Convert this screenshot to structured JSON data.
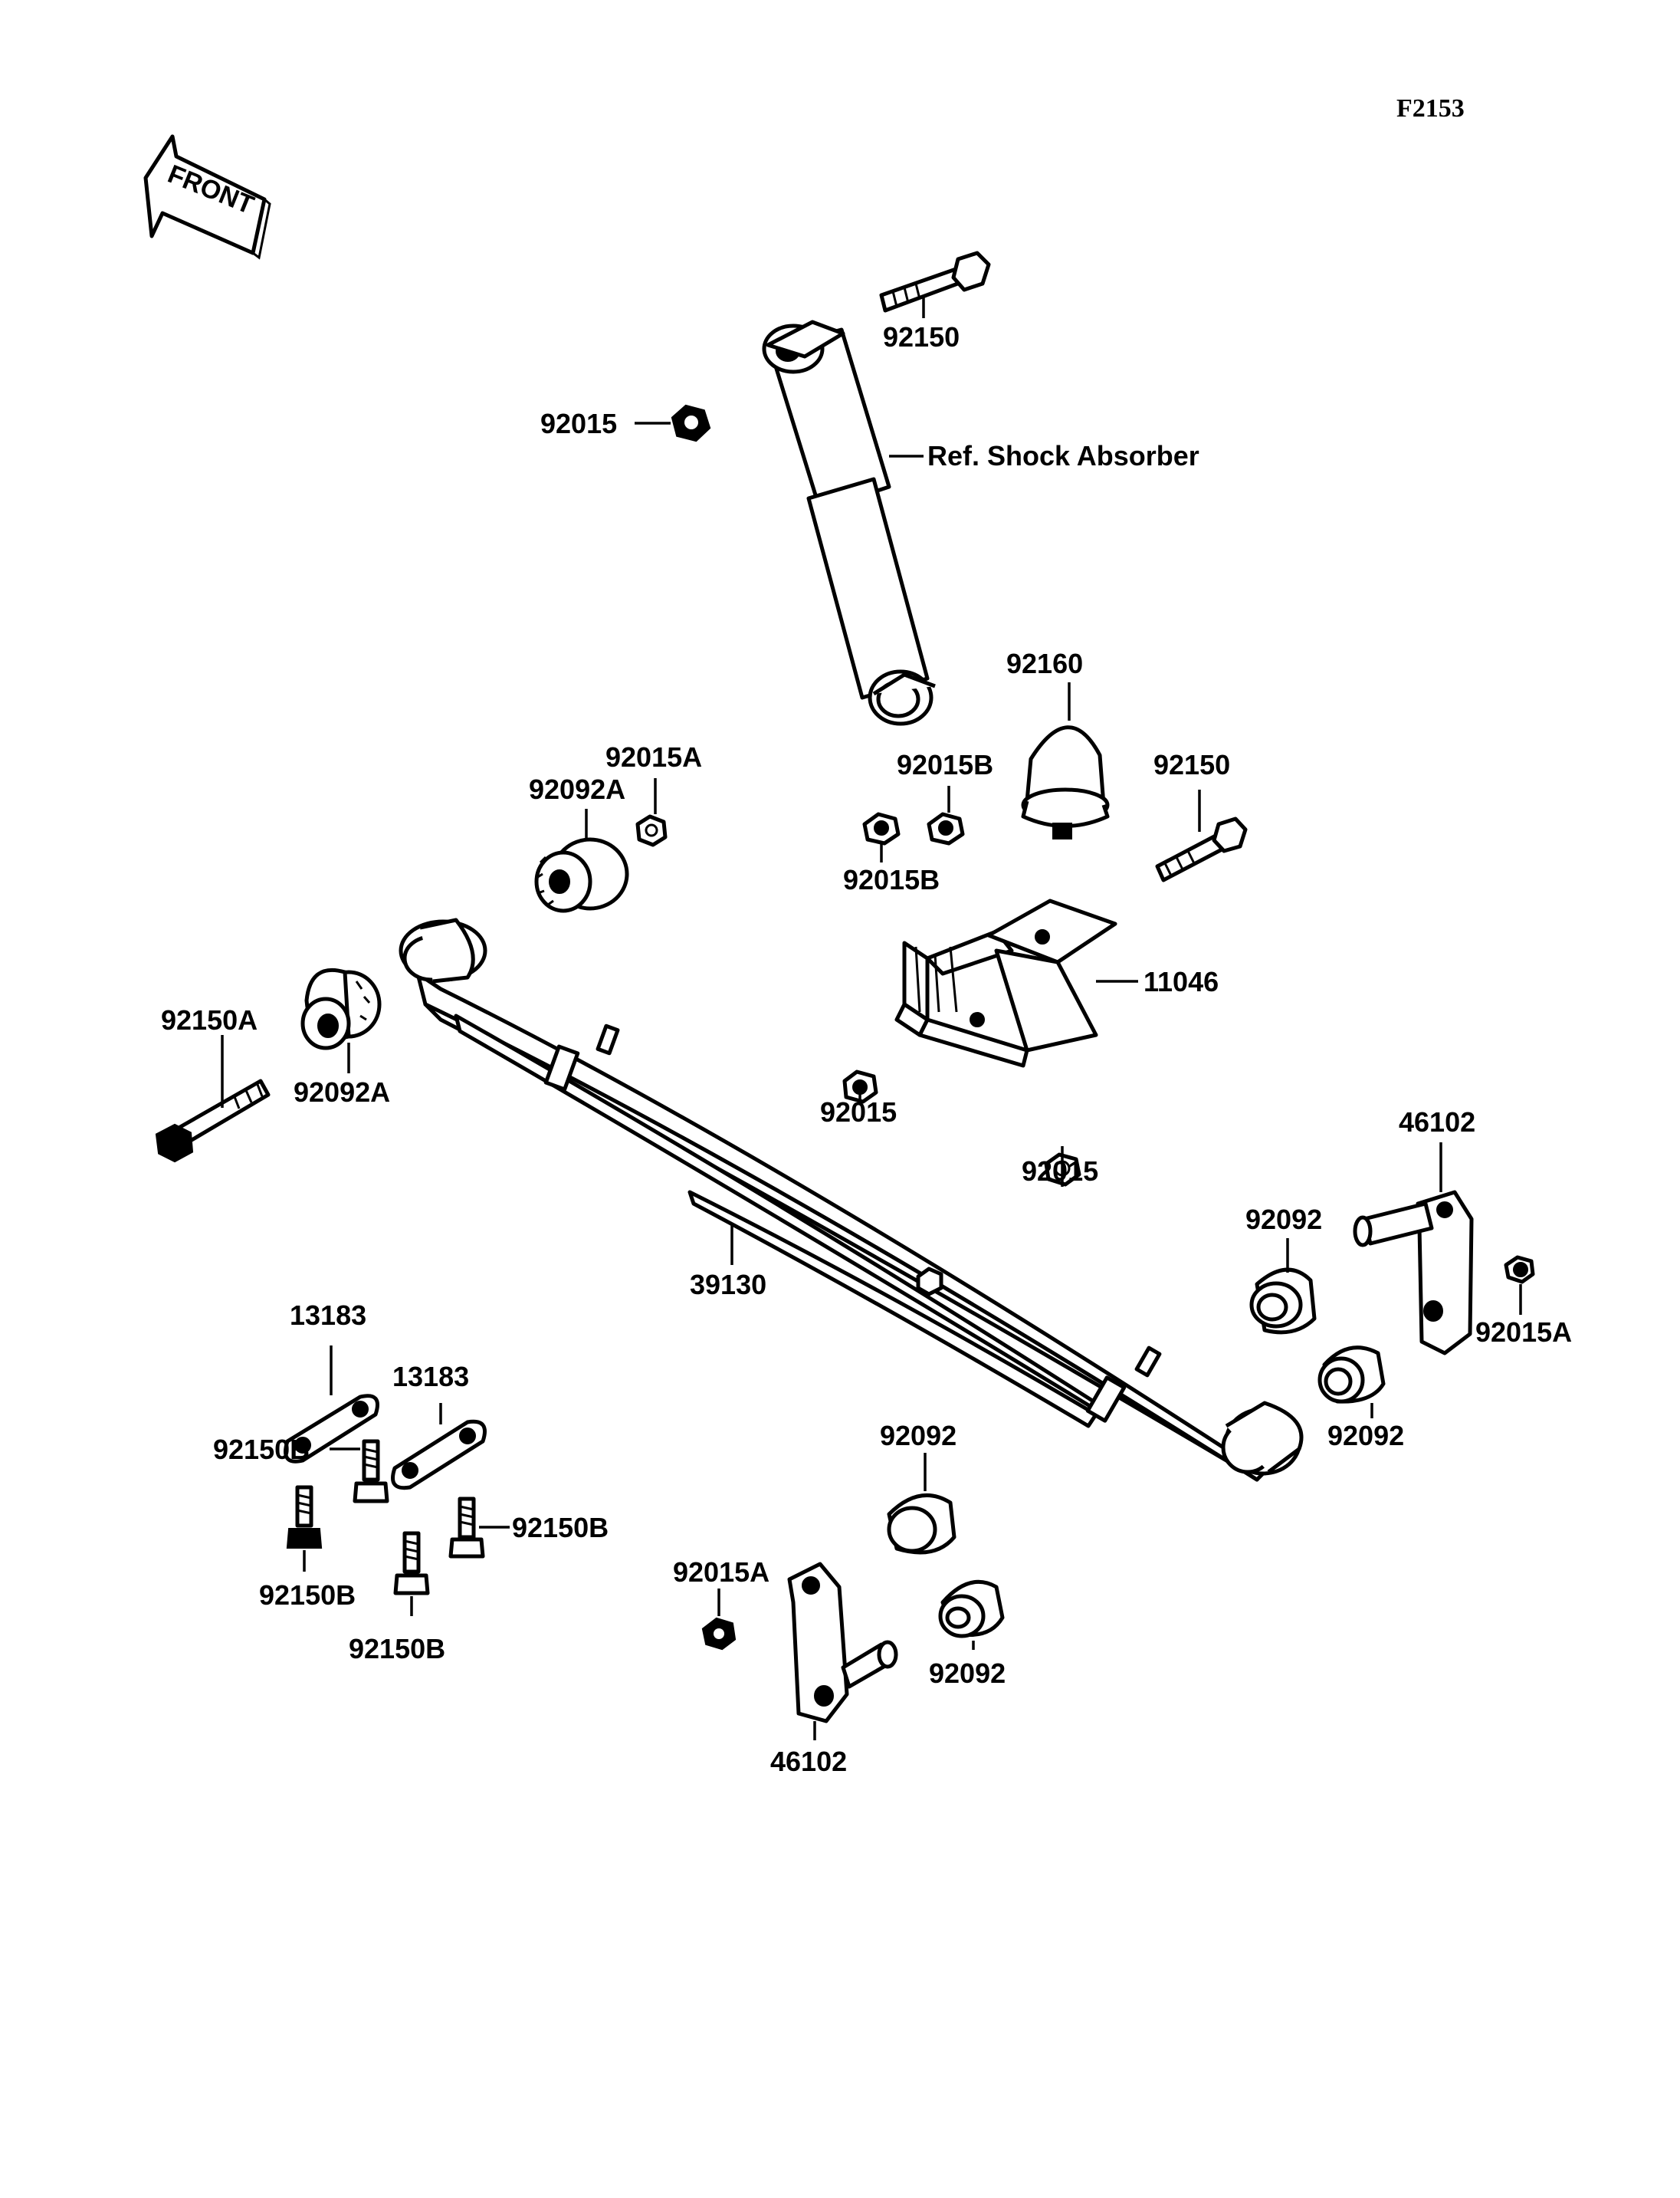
{
  "figure_code": "F2153",
  "front_label": "FRONT",
  "reference_label": "Ref. Shock Absorber",
  "labels": {
    "bolt_top": "92150",
    "nut_top": "92015",
    "bump_stop": "92160",
    "nut_a_mid": "92015A",
    "bushing_a_top": "92092A",
    "nut_b_upper": "92015B",
    "nut_b_lower": "92015B",
    "bolt_right_mid": "92150",
    "bracket": "11046",
    "bolt_a_left": "92150A",
    "bushing_a_left": "92092A",
    "nut_bracket_left": "92015",
    "nut_bracket_right": "92015",
    "shackle_right": "46102",
    "bushing_right_upper": "92092",
    "nut_a_right": "92015A",
    "bushing_right_lower": "92092",
    "leaf_spring": "39130",
    "plate_upper": "13183",
    "plate_lower": "13183",
    "bolt_b_1": "92150B",
    "bolt_b_2": "92150B",
    "bolt_b_3": "92150B",
    "bolt_b_4": "92150B",
    "bushing_bottom_upper": "92092",
    "nut_a_bottom": "92015A",
    "bushing_bottom_lower": "92092",
    "shackle_bottom": "46102"
  }
}
